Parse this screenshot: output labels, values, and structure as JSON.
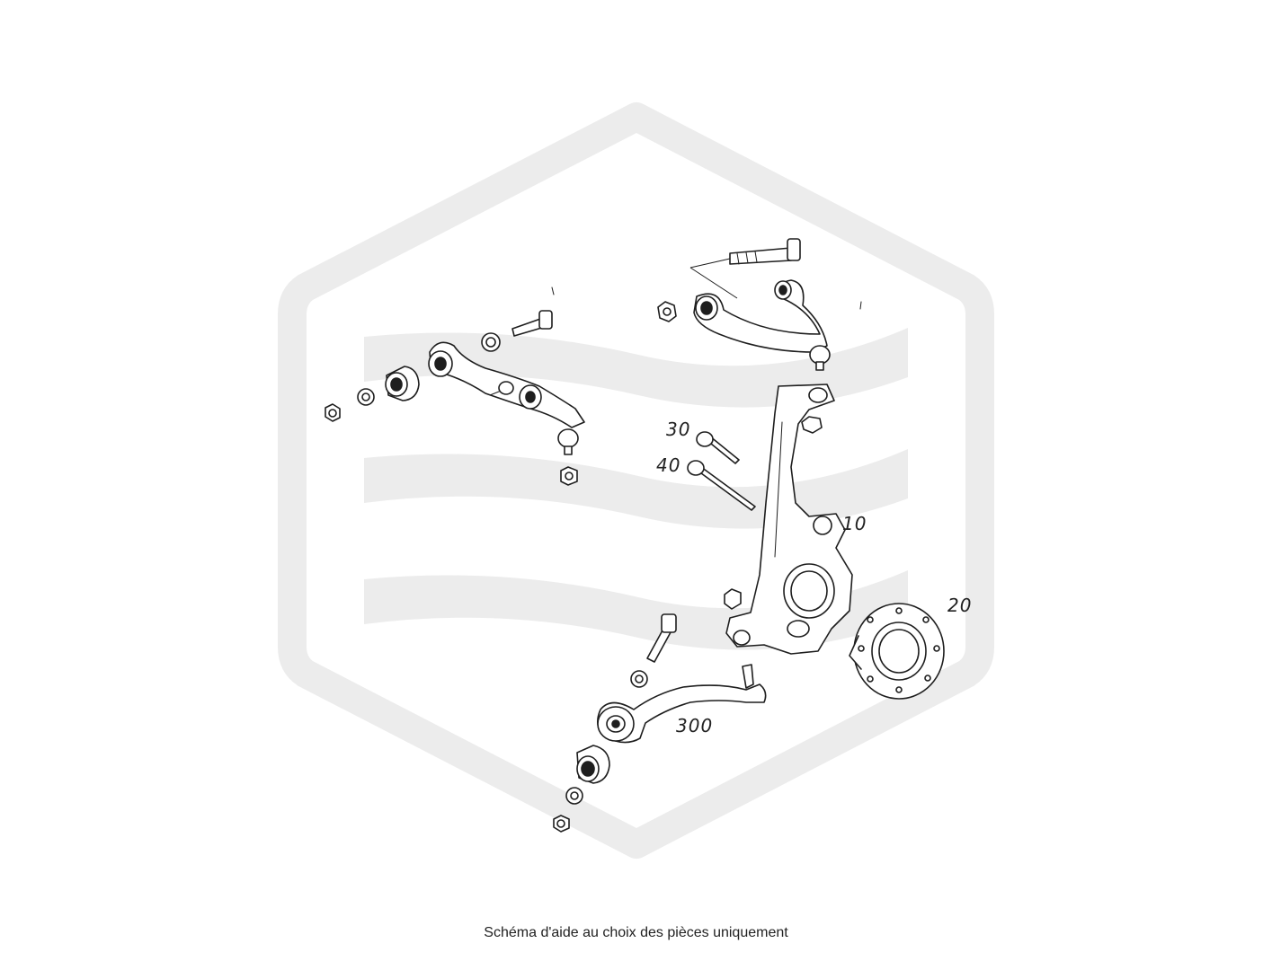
{
  "diagram": {
    "callouts": {
      "knuckle": "10",
      "hub": "20",
      "bolt_upper": "30",
      "bolt_lower": "40",
      "lower_arm": "300"
    },
    "watermark_color": "#ececec",
    "line_color": "#1e1e1e"
  },
  "caption": "Schéma d'aide au choix des pièces uniquement"
}
